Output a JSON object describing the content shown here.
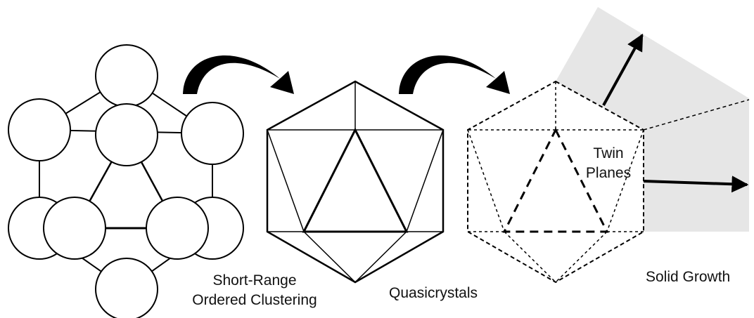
{
  "labels": {
    "cluster_line1": "Short-Range",
    "cluster_line2": "Ordered Clustering",
    "quasicrystals": "Quasicrystals",
    "twin_line1": "Twin",
    "twin_line2": "Planes",
    "solid_growth": "Solid Growth"
  },
  "colors": {
    "stroke": "#000000",
    "growth_region": "#e6e6e6",
    "background": "#ffffff"
  }
}
